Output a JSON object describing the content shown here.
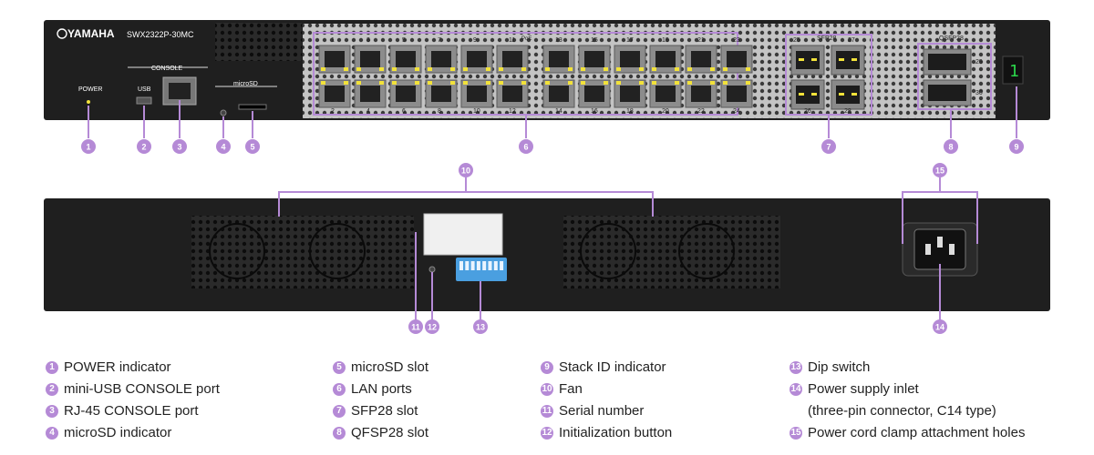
{
  "front": {
    "brand": "YAMAHA",
    "model": "SWX2322P-30MC",
    "labels": {
      "power": "POWER",
      "usb": "USB",
      "console": "CONSOLE",
      "microsd": "microSD",
      "poe": "PoE",
      "sfp28": "SFP28",
      "qsfp28": "QSFP28",
      "stack_digit": "1"
    },
    "lan_top": [
      "1",
      "3",
      "5",
      "7",
      "9",
      "11",
      "13",
      "15",
      "17",
      "19",
      "21",
      "23"
    ],
    "lan_bottom": [
      "2",
      "4",
      "6",
      "8",
      "10",
      "12",
      "14",
      "16",
      "18",
      "20",
      "22",
      "24"
    ],
    "sfp_top": [
      "25",
      "27"
    ],
    "sfp_bottom": [
      "26",
      "28"
    ],
    "qsfp": [
      "29",
      "30"
    ]
  },
  "callouts": [
    "1",
    "2",
    "3",
    "4",
    "5",
    "6",
    "7",
    "8",
    "9",
    "10",
    "11",
    "12",
    "13",
    "14",
    "15"
  ],
  "legend": {
    "col1": [
      {
        "num": "1",
        "text": "POWER indicator"
      },
      {
        "num": "2",
        "text": "mini-USB CONSOLE port"
      },
      {
        "num": "3",
        "text": "RJ-45 CONSOLE port"
      },
      {
        "num": "4",
        "text": "microSD indicator"
      }
    ],
    "col2": [
      {
        "num": "5",
        "text": "microSD slot"
      },
      {
        "num": "6",
        "text": "LAN ports"
      },
      {
        "num": "7",
        "text": "SFP28 slot"
      },
      {
        "num": "8",
        "text": "QFSP28 slot"
      }
    ],
    "col3": [
      {
        "num": "9",
        "text": "Stack ID indicator"
      },
      {
        "num": "10",
        "text": "Fan"
      },
      {
        "num": "11",
        "text": "Serial number"
      },
      {
        "num": "12",
        "text": "Initialization button"
      }
    ],
    "col4": [
      {
        "num": "13",
        "text": "Dip switch"
      },
      {
        "num": "14",
        "text": "Power supply inlet"
      },
      {
        "num": "",
        "text": "(three-pin connector, C14 type)"
      },
      {
        "num": "15",
        "text": "Power cord clamp attachment holes"
      }
    ]
  },
  "colors": {
    "accent": "#b58ad6",
    "chassis": "#1f1f1f",
    "panel": "#c9c9c9",
    "led": "#f2e23a",
    "dip": "#4a9fe0"
  }
}
